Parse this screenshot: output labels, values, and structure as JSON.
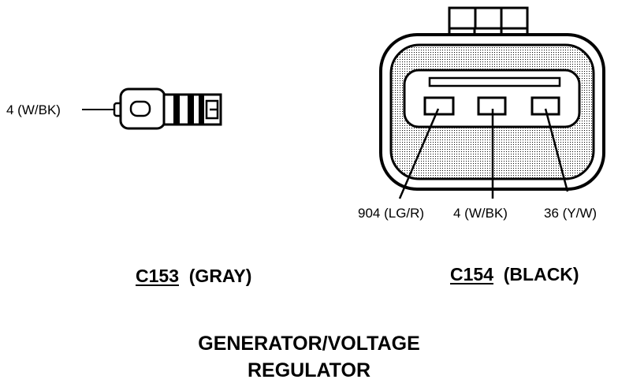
{
  "c153": {
    "wire_label": "4 (W/BK)",
    "id": "C153",
    "color": "(GRAY)"
  },
  "c154": {
    "id": "C154",
    "color": "(BLACK)",
    "pins": [
      {
        "label": "904 (LG/R)"
      },
      {
        "label": "4 (W/BK)"
      },
      {
        "label": "36 (Y/W)"
      }
    ]
  },
  "title": {
    "line1": "GENERATOR/VOLTAGE",
    "line2": "REGULATOR"
  }
}
